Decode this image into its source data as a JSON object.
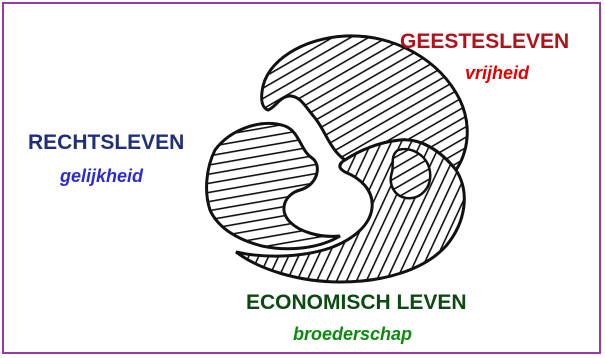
{
  "spheres": {
    "geestesleven": {
      "title": "GEESTESLEVEN",
      "subtitle": "vrijheid",
      "title_color": "#b0121a",
      "subtitle_color": "#e60000"
    },
    "rechtsleven": {
      "title": "RECHTSLEVEN",
      "subtitle": "gelijkheid",
      "title_color": "#1f2f7a",
      "subtitle_color": "#2b2bd1"
    },
    "economisch_leven": {
      "title": "ECONOMISCH LEVEN",
      "subtitle": "broederschap",
      "title_color": "#0c4a12",
      "subtitle_color": "#0c8a12"
    }
  },
  "frame_color": "#9b3aa3"
}
